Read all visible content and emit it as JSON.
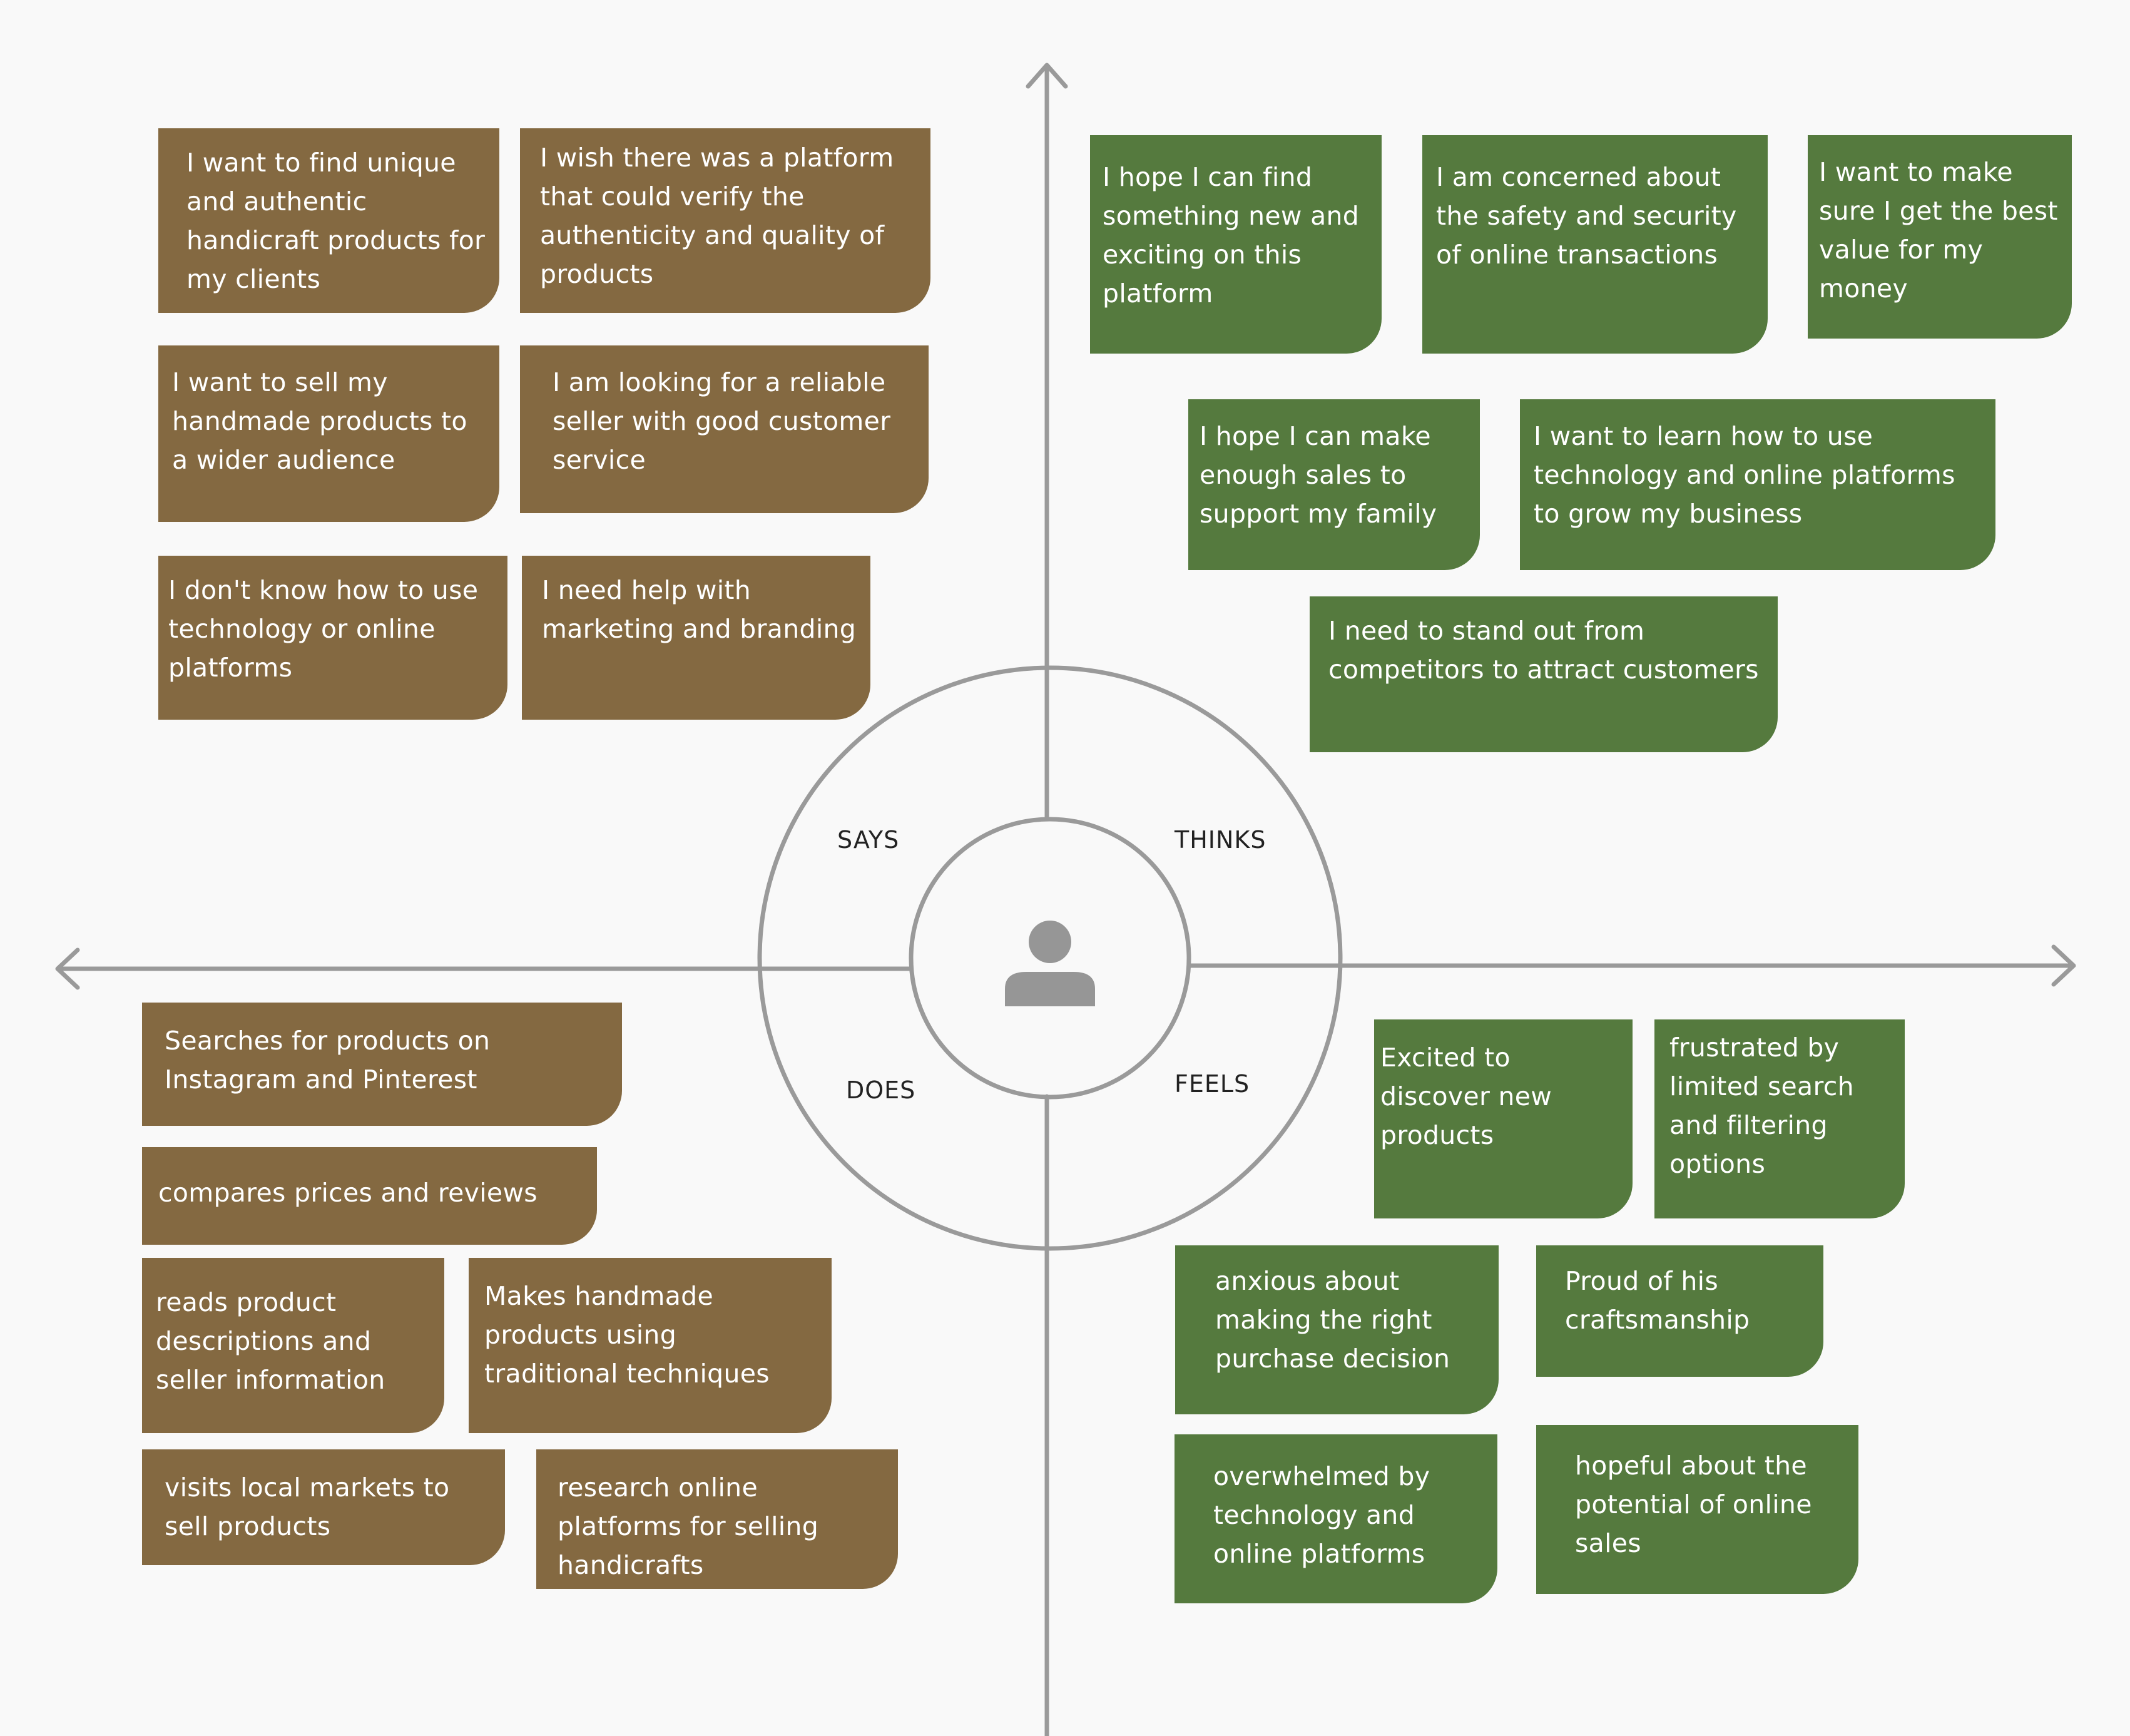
{
  "colors": {
    "brown_note": "#846941",
    "green_note": "#557a3e",
    "axis": "#9a9a9a",
    "background": "#f9f9f9",
    "label_text": "#222222"
  },
  "center": {
    "icon": "user-avatar-icon"
  },
  "quadrants": {
    "says": {
      "label": "SAYS",
      "notes": [
        "I want to find unique and authentic handicraft products for my clients",
        "I wish there was a platform that could verify the authenticity and quality of products",
        "I want to sell my handmade products to a wider audience",
        "I am looking for a reliable seller with good customer service",
        "I don't know how to use technology or online platforms",
        "I need help with marketing and branding"
      ]
    },
    "thinks": {
      "label": "THINKS",
      "notes": [
        "I hope I can find something new and exciting on this platform",
        "I am concerned about the safety and security of online transactions",
        "I want to make sure I get the best value for my money",
        "I hope I can make enough sales to support my family",
        "I want to learn how to use technology and online platforms to grow my business",
        "I need to stand out from competitors to attract customers"
      ]
    },
    "does": {
      "label": "DOES",
      "notes": [
        "Searches for products on Instagram and Pinterest",
        "compares prices and reviews",
        "reads product descriptions and seller information",
        "Makes handmade products using traditional techniques",
        "visits local markets to sell products",
        "research online platforms for selling handicrafts"
      ]
    },
    "feels": {
      "label": "FEELS",
      "notes": [
        "Excited to discover new products",
        "frustrated by limited search and filtering options",
        "anxious about making the right purchase decision",
        "Proud of his craftsmanship",
        "overwhelmed by technology and online platforms",
        "hopeful about the potential of online sales"
      ]
    }
  }
}
